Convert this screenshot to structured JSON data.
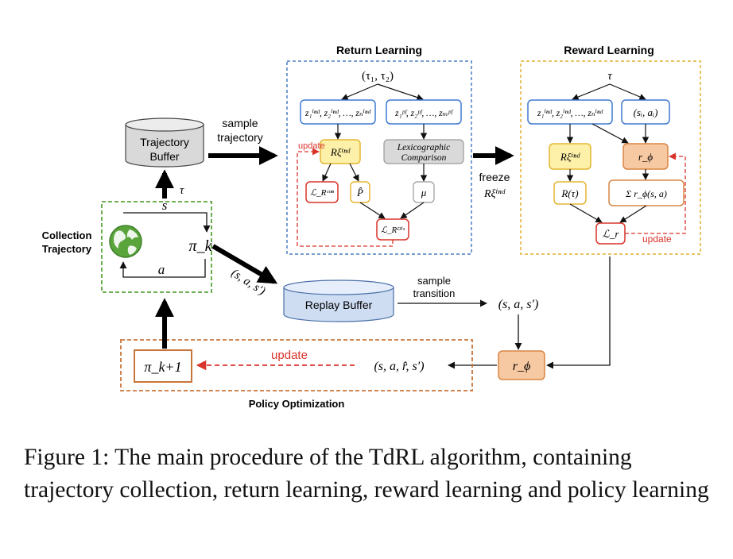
{
  "titles": {
    "return_learning": "Return Learning",
    "reward_learning": "Reward Learning",
    "collection": "Collection",
    "trajectory": "Trajectory",
    "policy_optimization": "Policy Optimization"
  },
  "buffers": {
    "trajectory_line1": "Trajectory",
    "trajectory_line2": "Buffer",
    "replay": "Replay Buffer"
  },
  "edge_labels": {
    "sample1": "sample",
    "trajectory": "trajectory",
    "sample2": "sample",
    "transition": "transition",
    "freeze": "freeze",
    "update_return": "update",
    "update_reward": "update",
    "update_policy": "update"
  },
  "math": {
    "tau": "τ",
    "tau_pair": "(τ₁, τ₂)",
    "z_ind": "z₁ⁱⁿᵈ, z₂ⁱⁿᵈ, …, zₙⁱⁿᵈ",
    "z_pf": "z₁ᵖᶠ, z₂ᵖᶠ, …, zₘᵖᶠ",
    "lexico_line1": "Lexicographic",
    "lexico_line2": "Comparison",
    "R_xi": "Rξⁱⁿᵈ",
    "L_con": "ℒ_Rᶜᵒⁿ",
    "P_hat": "P̂",
    "mu": "μ",
    "L_dis": "ℒ_Rᴰⁱˢ",
    "freeze_R": "Rξⁱⁿᵈ",
    "s_a": "(sᵢ, aᵢ)",
    "r_phi": "r_ϕ",
    "R_tau": "R(τ)",
    "sum_r": "Σ r_ϕ(s, a)",
    "L_r": "ℒ_r",
    "s": "s",
    "a": "a",
    "pi_k": "π_k",
    "transition_slanted": "(s, a, s′)",
    "sas_prime": "(s, a, s′)",
    "sarhat": "(s, a, r̂, s′)",
    "pi_k1": "π_k+1"
  },
  "caption": "Figure 1: The main procedure of the TdRL algorithm, containing trajectory collection, return learning, reward learning and policy learning",
  "colors": {
    "blue_dash": "#4a7fc0",
    "yellow_dash": "#e0b030",
    "green_dash": "#5aa43c",
    "orange_dash": "#c8753a",
    "red": "#d9342b",
    "yellow_fill": "#fdf0a8",
    "yellow_stroke": "#e4b532",
    "orange_fill": "#f7c9a2",
    "orange_stroke": "#d98544",
    "blue_stroke": "#3f7ad1",
    "gray_fill": "#d9d9d9"
  }
}
